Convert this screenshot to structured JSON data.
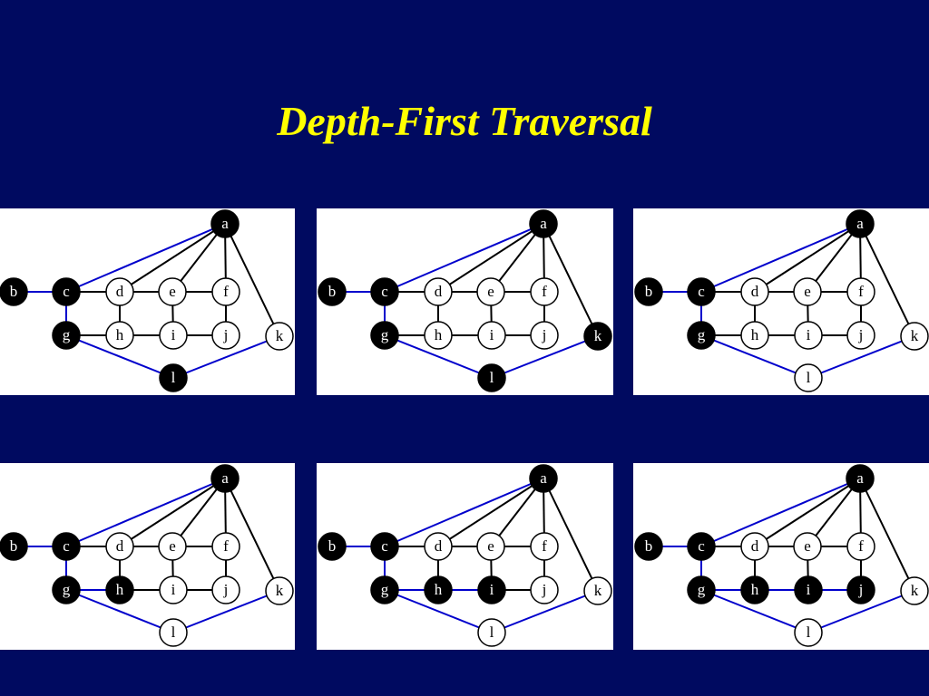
{
  "title": "Depth-First Traversal",
  "colors": {
    "background": "#000a60",
    "title": "#ffff00",
    "panel": "#ffffff",
    "edge": "#000000",
    "tree_edge": "#0000cc",
    "visited_fill": "#000000",
    "visited_text": "#ffffff",
    "unvisited_fill": "#ffffff",
    "unvisited_text": "#000000"
  },
  "graph": {
    "nodes": [
      "a",
      "b",
      "c",
      "d",
      "e",
      "f",
      "g",
      "h",
      "i",
      "j",
      "k",
      "l"
    ],
    "edges": [
      [
        "a",
        "c"
      ],
      [
        "a",
        "d"
      ],
      [
        "a",
        "e"
      ],
      [
        "a",
        "f"
      ],
      [
        "a",
        "k"
      ],
      [
        "b",
        "c"
      ],
      [
        "c",
        "d"
      ],
      [
        "d",
        "e"
      ],
      [
        "e",
        "f"
      ],
      [
        "c",
        "g"
      ],
      [
        "d",
        "h"
      ],
      [
        "f",
        "j"
      ],
      [
        "g",
        "h"
      ],
      [
        "h",
        "i"
      ],
      [
        "i",
        "j"
      ],
      [
        "e",
        "i"
      ],
      [
        "g",
        "l"
      ],
      [
        "l",
        "k"
      ]
    ]
  },
  "panels": [
    {
      "visited": [
        "a",
        "c",
        "b",
        "g",
        "l"
      ],
      "tree_edges": [
        [
          "a",
          "c"
        ],
        [
          "b",
          "c"
        ],
        [
          "c",
          "g"
        ],
        [
          "g",
          "l"
        ],
        [
          "l",
          "k"
        ]
      ]
    },
    {
      "visited": [
        "a",
        "c",
        "b",
        "g",
        "l",
        "k"
      ],
      "tree_edges": [
        [
          "a",
          "c"
        ],
        [
          "b",
          "c"
        ],
        [
          "c",
          "g"
        ],
        [
          "g",
          "l"
        ],
        [
          "l",
          "k"
        ]
      ]
    },
    {
      "visited": [
        "a",
        "c",
        "b",
        "g"
      ],
      "tree_edges": [
        [
          "a",
          "c"
        ],
        [
          "b",
          "c"
        ],
        [
          "c",
          "g"
        ],
        [
          "g",
          "l"
        ],
        [
          "l",
          "k"
        ]
      ]
    },
    {
      "visited": [
        "a",
        "c",
        "b",
        "g",
        "h"
      ],
      "tree_edges": [
        [
          "a",
          "c"
        ],
        [
          "b",
          "c"
        ],
        [
          "c",
          "g"
        ],
        [
          "g",
          "h"
        ],
        [
          "g",
          "l"
        ],
        [
          "l",
          "k"
        ]
      ]
    },
    {
      "visited": [
        "a",
        "c",
        "b",
        "g",
        "h",
        "i"
      ],
      "tree_edges": [
        [
          "a",
          "c"
        ],
        [
          "b",
          "c"
        ],
        [
          "c",
          "g"
        ],
        [
          "g",
          "h"
        ],
        [
          "h",
          "i"
        ],
        [
          "g",
          "l"
        ],
        [
          "l",
          "k"
        ]
      ]
    },
    {
      "visited": [
        "a",
        "c",
        "b",
        "g",
        "h",
        "i",
        "j"
      ],
      "tree_edges": [
        [
          "a",
          "c"
        ],
        [
          "b",
          "c"
        ],
        [
          "c",
          "g"
        ],
        [
          "g",
          "h"
        ],
        [
          "h",
          "i"
        ],
        [
          "i",
          "j"
        ],
        [
          "g",
          "l"
        ],
        [
          "l",
          "k"
        ]
      ]
    }
  ]
}
